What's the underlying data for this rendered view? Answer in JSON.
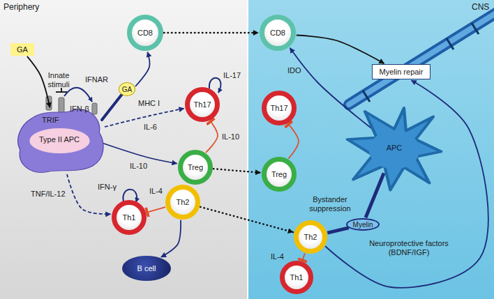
{
  "diagram": {
    "nodes": [
      {
        "text": [
          "GA"
        ]
      },
      {
        "text": [
          "Type II APC"
        ]
      },
      {
        "text": [
          "GA"
        ]
      },
      {
        "text": [
          "CD8"
        ]
      },
      {
        "text": [
          "Th17"
        ]
      },
      {
        "text": [
          "Treg"
        ]
      },
      {
        "text": [
          "Th1"
        ]
      },
      {
        "text": [
          "Th2"
        ]
      },
      {
        "text": [
          "B cell"
        ]
      },
      {
        "text": [
          "CD8"
        ]
      },
      {
        "text": [
          "Th17"
        ]
      },
      {
        "text": [
          "Myelin repair"
        ]
      },
      {
        "text": [
          "APC"
        ]
      },
      {
        "text": [
          "Treg"
        ]
      },
      {
        "text": [
          "Th2"
        ]
      },
      {
        "text": [
          "Myelin"
        ]
      },
      {
        "text": [
          "Th1"
        ]
      }
    ],
    "edges": [
      {
        "from": 0,
        "to": 1,
        "arrow": "to"
      },
      {
        "from": 1,
        "to": 3,
        "arrow": "to"
      },
      {
        "from": 1,
        "to": 4,
        "label": "IL-6",
        "arrow": "to"
      },
      {
        "from": 1,
        "to": 5,
        "label": "IL-10",
        "arrow": "to"
      },
      {
        "from": 1,
        "to": 6,
        "label": "TNF/IL-12",
        "arrow": "to"
      },
      {
        "from": 5,
        "to": 4,
        "label": "IL-10",
        "arrow": "to"
      },
      {
        "from": 7,
        "to": 6,
        "label": "IL-4",
        "arrow": "to"
      },
      {
        "from": 7,
        "to": 8,
        "arrow": "to"
      },
      {
        "from": 3,
        "to": 9,
        "arrow": "to"
      },
      {
        "from": 5,
        "to": 13,
        "arrow": "to"
      },
      {
        "from": 7,
        "to": 14,
        "arrow": "to"
      },
      {
        "from": 13,
        "to": 10,
        "arrow": "to"
      },
      {
        "from": 14,
        "to": 16,
        "label": "IL-4",
        "arrow": "to"
      },
      {
        "from": 12,
        "to": 9,
        "label": "IDO",
        "arrow": "to"
      },
      {
        "from": 9,
        "to": 11,
        "arrow": "to"
      },
      {
        "from": 14,
        "to": 11,
        "arrow": "to"
      },
      {
        "from": 14,
        "to": 15,
        "arrow": "none"
      },
      {
        "from": 15,
        "to": 12,
        "arrow": "none"
      }
    ],
    "labels": [
      "Periphery",
      "Innate stimuli",
      "TRIF",
      "IFN-β",
      "IFNAR",
      "MHC I",
      "IL-17",
      "IFN-γ",
      "CNS",
      "Bystander suppression",
      "Neuroprotective factors (BDNF/IGF)"
    ]
  }
}
